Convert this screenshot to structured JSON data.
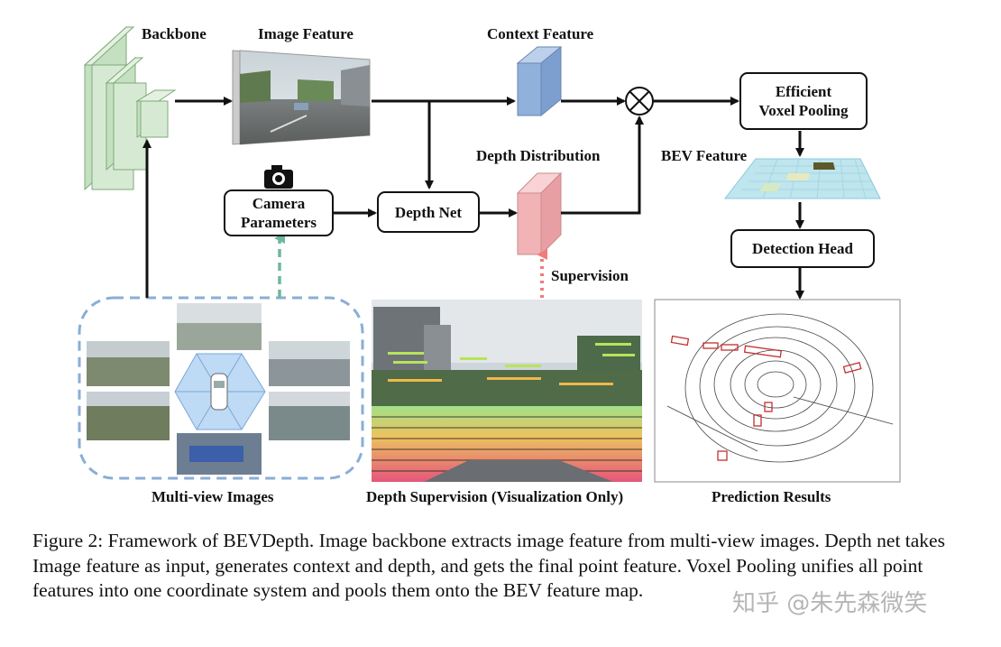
{
  "labels": {
    "backbone": "Backbone",
    "image_feature": "Image Feature",
    "context_feature": "Context Feature",
    "depth_distribution": "Depth Distribution",
    "bev_feature": "BEV Feature",
    "supervision": "Supervision",
    "multi_view_images": "Multi-view Images",
    "depth_supervision": "Depth Supervision (Visualization Only)",
    "prediction_results": "Prediction Results",
    "multiply_symbol": "⊗"
  },
  "boxes": {
    "camera_parameters": [
      "Camera",
      "Parameters"
    ],
    "depth_net": "Depth Net",
    "efficient_voxel_pooling": [
      "Efficient",
      "Voxel Pooling"
    ],
    "detection_head": "Detection Head"
  },
  "caption": "Figure 2: Framework of BEVDepth. Image backbone extracts image feature from multi-view images. Depth net takes Image feature as input, generates context and depth, and gets the final point feature. Voxel Pooling unifies all point features into one coordinate system and pools them onto the BEV feature map.",
  "watermark": "知乎 @朱先森微笑",
  "colors": {
    "backbone_green": "#d6ead3",
    "context_blue": "#8fb1dc",
    "depth_pink": "#f2b3b6",
    "bev_cyan": "#bfe5ee",
    "supervision_red": "#f07c7c",
    "camera_dash_green": "#6cb99a",
    "multiview_dash_blue": "#8aaed6"
  },
  "icons": [
    "camera-icon",
    "car-icon",
    "multiply-icon"
  ]
}
